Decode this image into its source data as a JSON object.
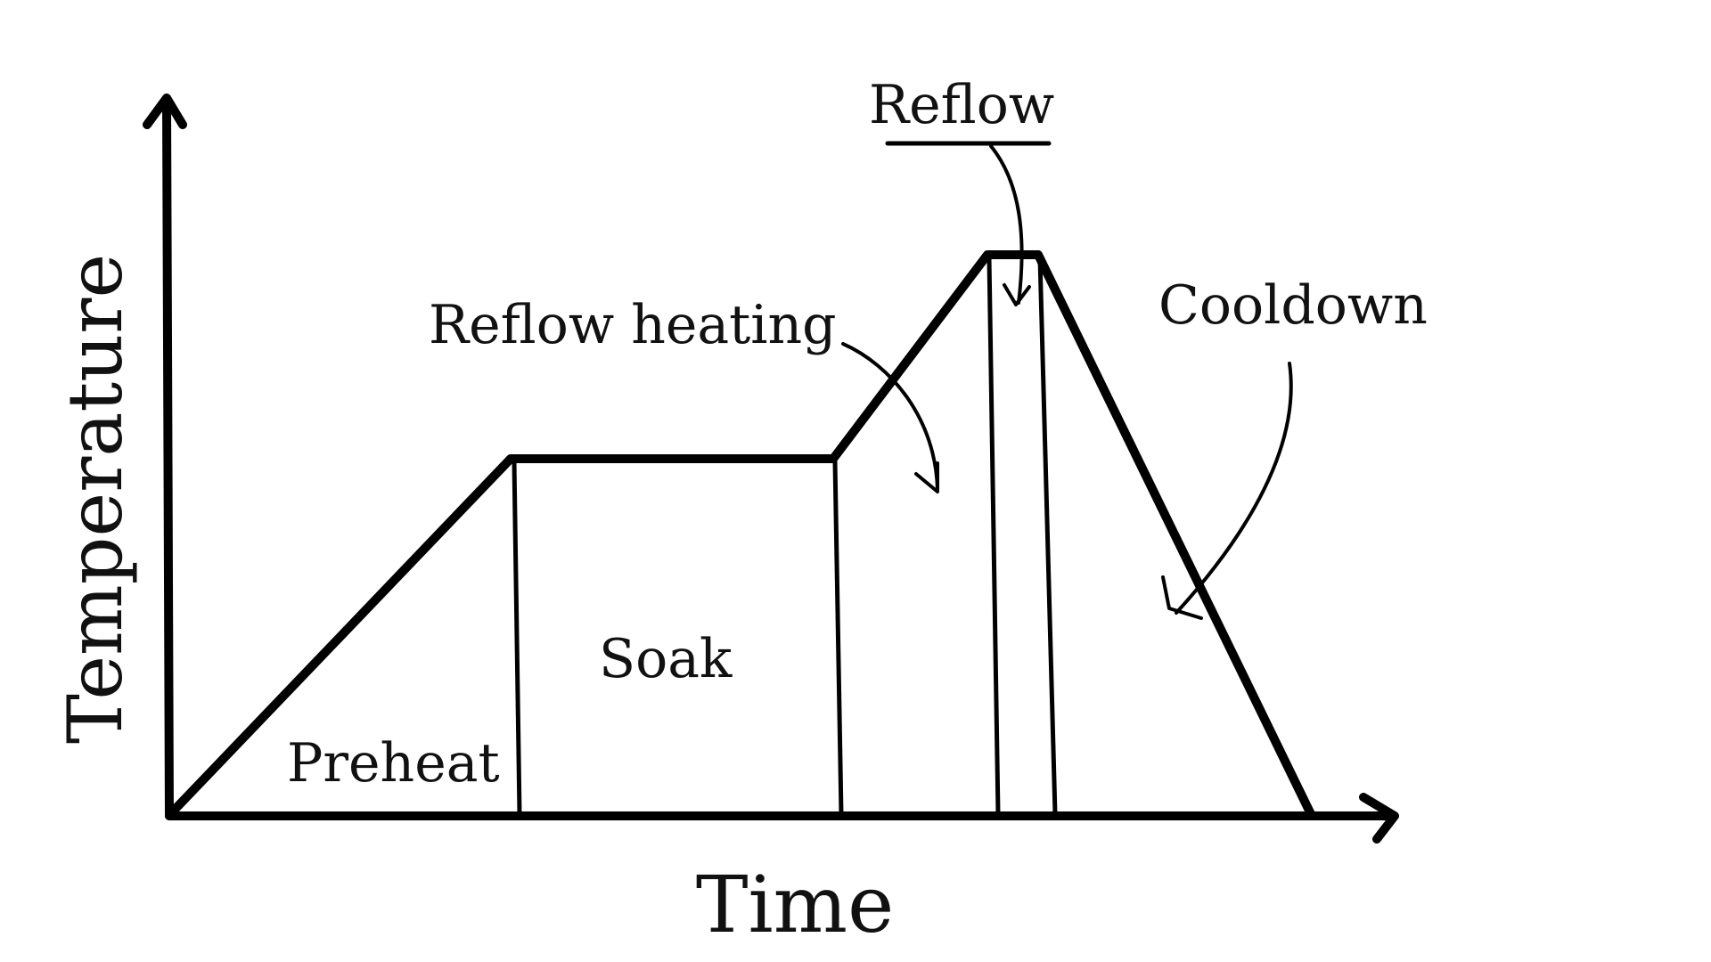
{
  "axes": {
    "y_label": "Temperature",
    "x_label": "Time"
  },
  "phases": {
    "preheat": "Preheat",
    "soak": "Soak",
    "reflow_heating": "Reflow heating",
    "reflow": "Reflow",
    "cooldown": "Cooldown"
  },
  "colors": {
    "ink": "#000000",
    "background": "#ffffff"
  }
}
